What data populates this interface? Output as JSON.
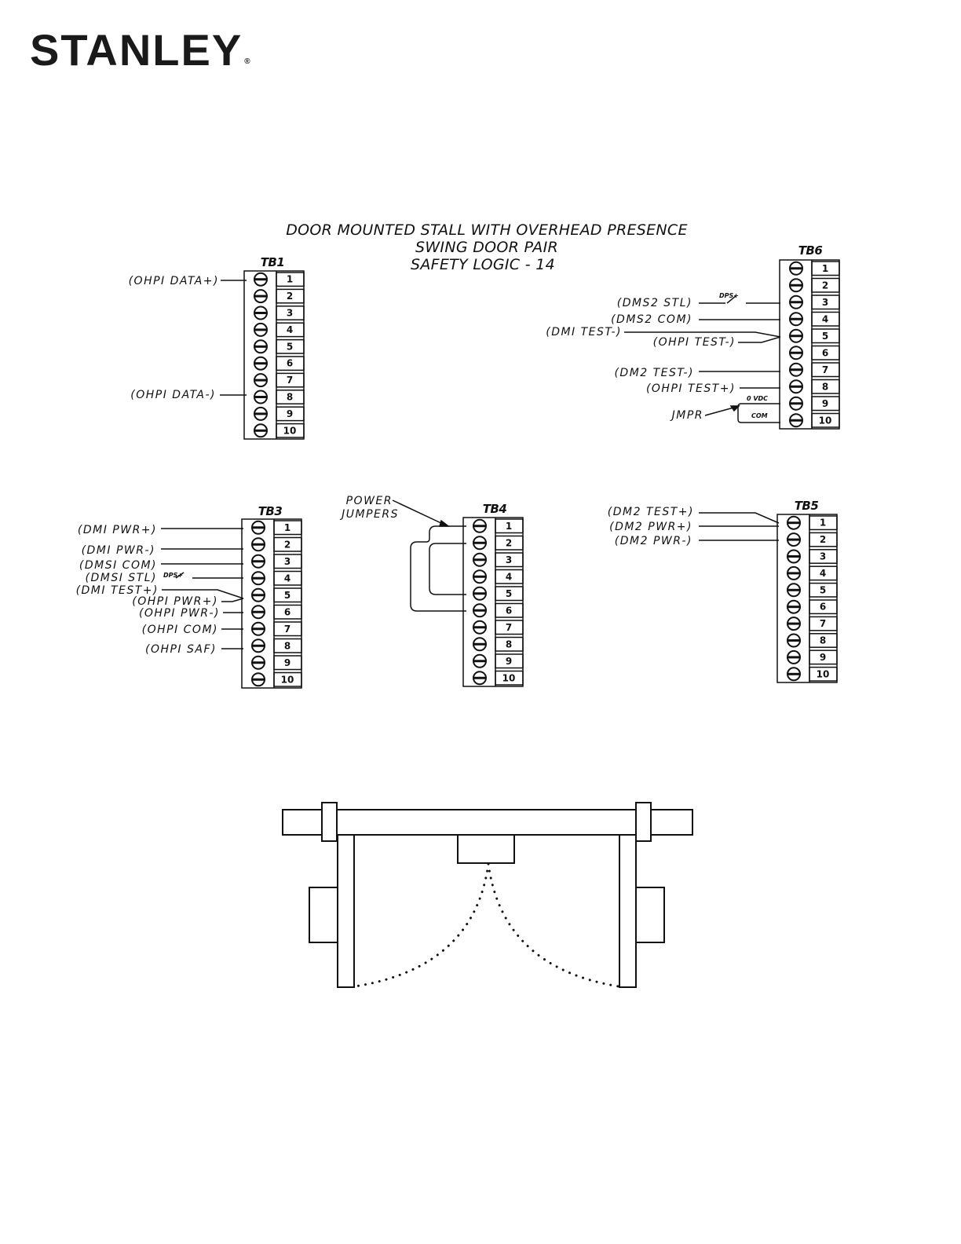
{
  "brand": {
    "logo_text": "STANLEY",
    "trademark": "®"
  },
  "title": {
    "line1": "DOOR MOUNTED STALL WITH OVERHEAD PRESENCE",
    "line2": "SWING DOOR PAIR",
    "line3": "SAFETY LOGIC - 14"
  },
  "terminal_numbers": [
    "1",
    "2",
    "3",
    "4",
    "5",
    "6",
    "7",
    "8",
    "9",
    "10"
  ],
  "tb1": {
    "name": "TB1",
    "labels": {
      "data_plus": "(OHPI DATA+)",
      "data_minus": "(OHPI DATA-)"
    }
  },
  "tb6": {
    "name": "TB6",
    "labels": {
      "dms2_stl": "(DMS2 STL)",
      "dps": "DPS+",
      "dms2_com": "(DMS2 COM)",
      "dm1_test_minus": "(DMI TEST-)",
      "ohp1_test_minus": "(OHPI TEST-)",
      "dm2_test_minus": "(DM2 TEST-)",
      "ohp1_test_plus": "(OHPI TEST+)",
      "zero_vdc": "0 VDC",
      "com": "COM",
      "jmpr": "JMPR"
    }
  },
  "tb3": {
    "name": "TB3",
    "labels": {
      "dm1_pwr_plus": "(DMI PWR+)",
      "dm1_pwr_minus": "(DMI PWR-)",
      "dms1_com": "(DMSI COM)",
      "dms1_stl": "(DMSI STL)",
      "dps": "DPS+",
      "dm1_test_plus": "(DMI TEST+)",
      "ohp1_pwr_plus": "(OHPI PWR+)",
      "ohp1_pwr_minus": "(OHPI PWR-)",
      "ohp1_com": "(OHPI COM)",
      "ohp1_saf": "(OHPI SAF)"
    }
  },
  "tb4": {
    "name": "TB4",
    "labels": {
      "power": "POWER",
      "jumpers": "JUMPERS"
    }
  },
  "tb5": {
    "name": "TB5",
    "labels": {
      "dm2_test_plus": "(DM2 TEST+)",
      "dm2_pwr_plus": "(DM2 PWR+)",
      "dm2_pwr_minus": "(DM2 PWR-)"
    }
  }
}
